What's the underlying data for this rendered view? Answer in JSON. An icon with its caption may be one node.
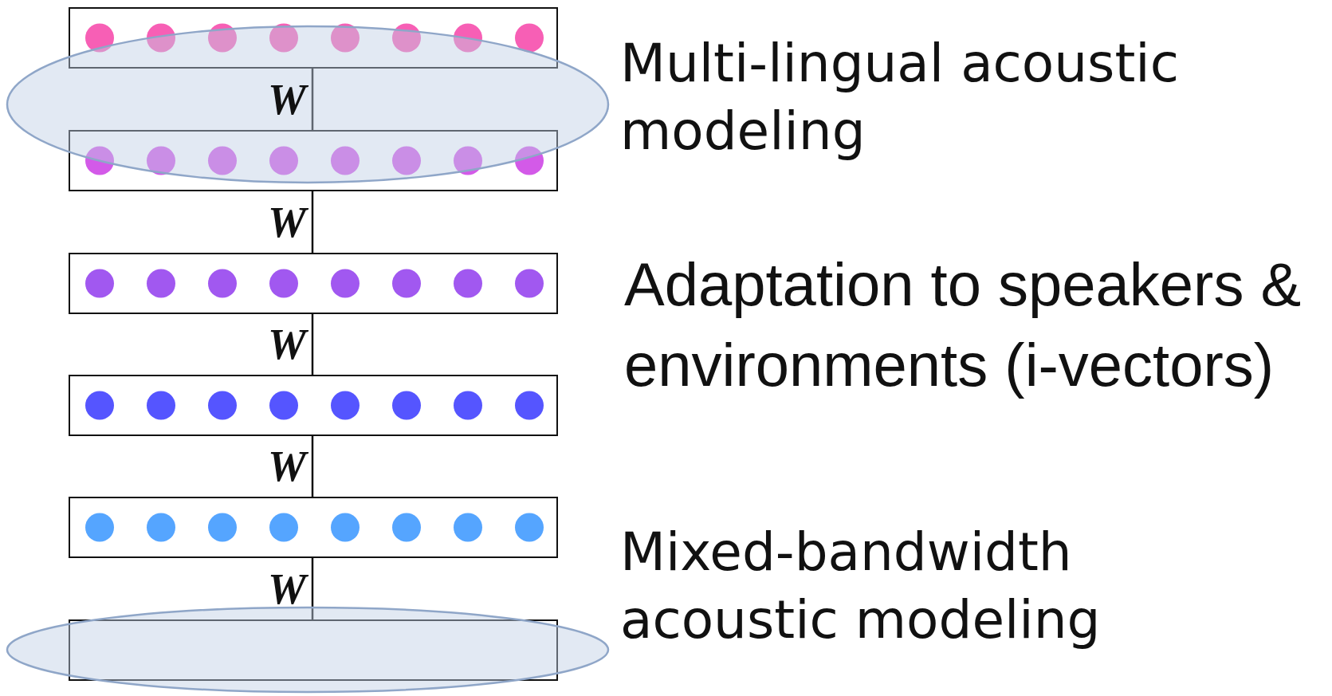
{
  "diagram": {
    "nodes": [
      {
        "text": [],
        "shape": "box"
      },
      {
        "text": [],
        "shape": "box"
      },
      {
        "text": [],
        "shape": "box"
      },
      {
        "text": [],
        "shape": "box"
      },
      {
        "text": [],
        "shape": "box"
      },
      {
        "text": [],
        "shape": "box"
      }
    ],
    "edges": [
      {
        "from": 0,
        "to": 1,
        "arrow": "none",
        "label": "W"
      },
      {
        "from": 1,
        "to": 2,
        "arrow": "none",
        "label": "W"
      },
      {
        "from": 2,
        "to": 3,
        "arrow": "none",
        "label": "W"
      },
      {
        "from": 3,
        "to": 4,
        "arrow": "none",
        "label": "W"
      },
      {
        "from": 4,
        "to": 5,
        "arrow": "none",
        "label": "W"
      }
    ],
    "labels": [
      "Multi-lingual acoustic modeling",
      "Adaptation to speakers & environments (i-vectors)",
      "Mixed-bandwidth acoustic modeling"
    ]
  }
}
